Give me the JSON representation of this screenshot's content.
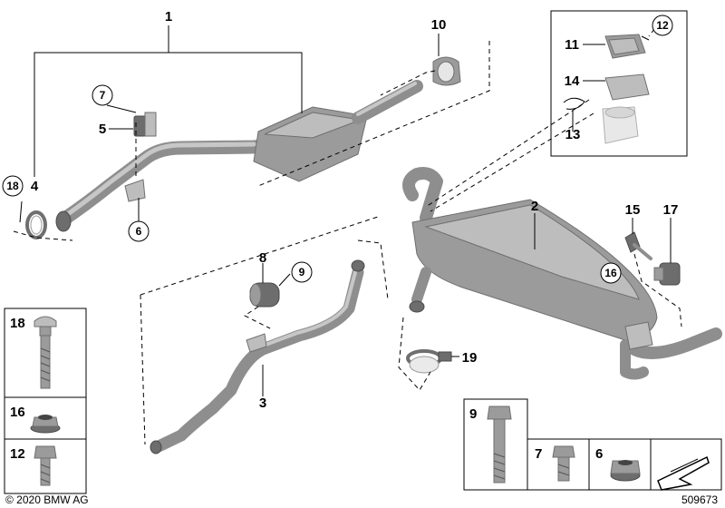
{
  "callouts": {
    "c1": "1",
    "c2": "2",
    "c3": "3",
    "c4": "4",
    "c5": "5",
    "c6": "6",
    "c7": "7",
    "c8": "8",
    "c9": "9",
    "c10": "10",
    "c11": "11",
    "c12": "12",
    "c13": "13",
    "c14": "14",
    "c15": "15",
    "c16": "16",
    "c17": "17",
    "c18": "18",
    "c19": "19"
  },
  "legend": {
    "left": {
      "r18": "18",
      "r16": "16",
      "r12": "12"
    },
    "bottom": {
      "b9": "9",
      "b7": "7",
      "b6": "6"
    }
  },
  "footer": {
    "copyright": "© 2020 BMW AG",
    "diagram_number": "509673"
  },
  "colors": {
    "metal": "#9b9b9b",
    "metal_light": "#bdbdbd",
    "metal_dark": "#6d6d6d",
    "line": "#000000"
  }
}
